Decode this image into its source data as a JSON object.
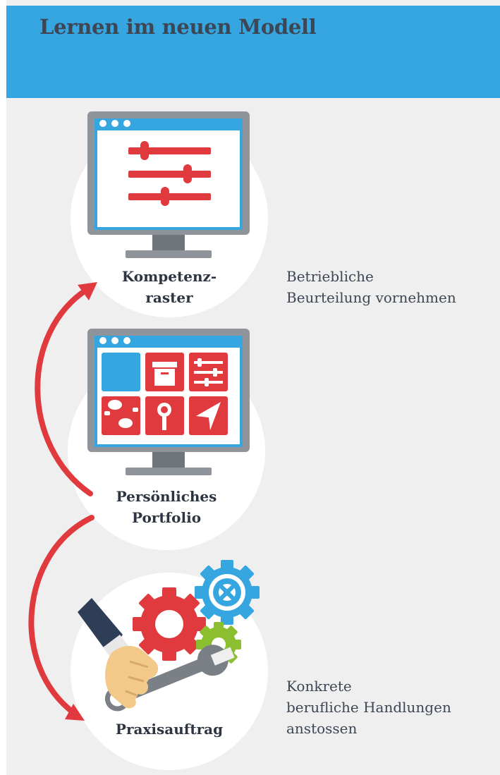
{
  "header": {
    "title": "Lernen im neuen Modell",
    "background_color": "#36a6e0"
  },
  "steps": [
    {
      "label_lines": [
        "Kompetenz-",
        "raster"
      ],
      "icon": "monitor-sliders-icon",
      "side_text_lines": [
        "Betriebliche",
        "Beurteilung vornehmen"
      ]
    },
    {
      "label_lines": [
        "Persönliches",
        "Portfolio"
      ],
      "icon": "monitor-app-grid-icon"
    },
    {
      "label_lines": [
        "Praxisauftrag"
      ],
      "icon": "hand-wrench-gears-icon",
      "side_text_lines": [
        "Konkrete",
        "berufliche Handlungen",
        "anstossen"
      ]
    }
  ],
  "colors": {
    "accent_red": "#e03a3e",
    "monitor_gray": "#8e9499",
    "screen_blue": "#36a6e0",
    "gear_green": "#8cbf2f",
    "text_dark": "#2d3542"
  }
}
